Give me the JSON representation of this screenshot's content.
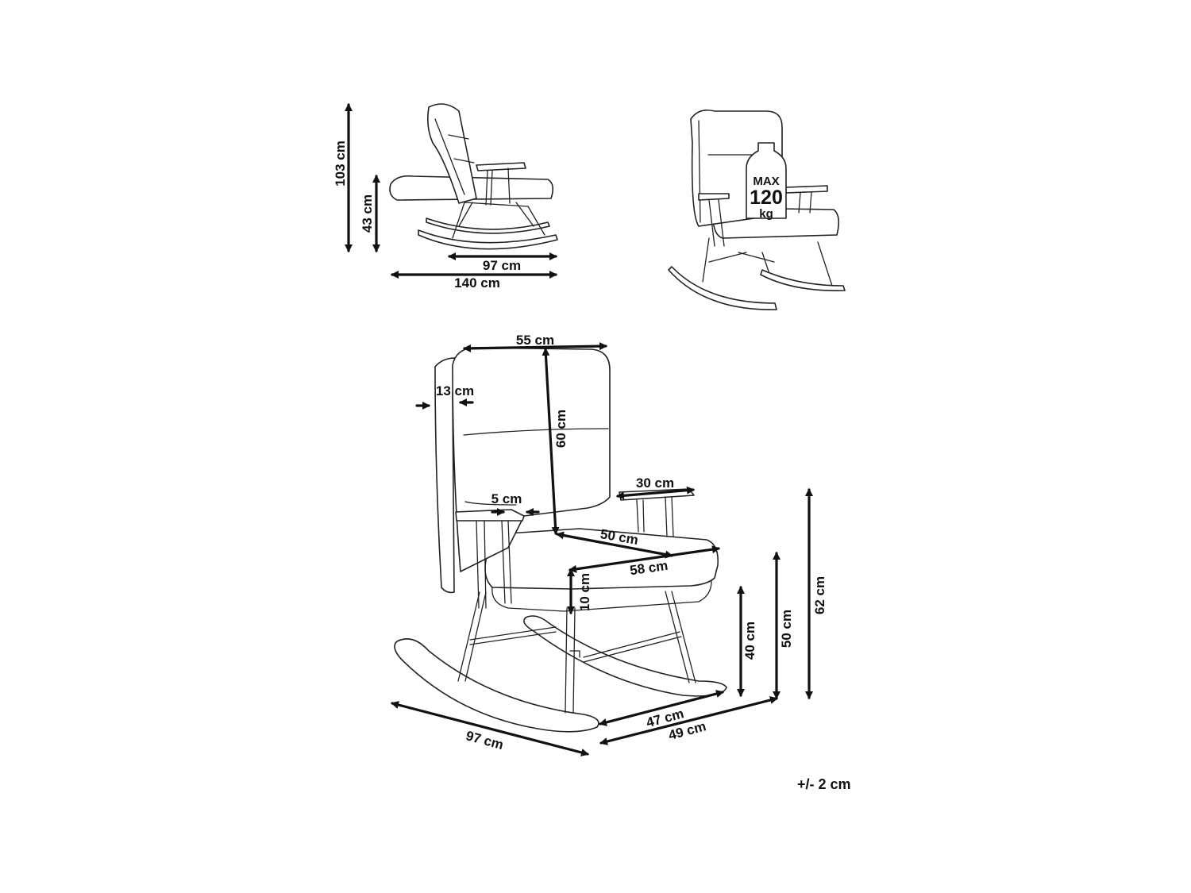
{
  "diagram": {
    "side_view": {
      "total_height": "103 cm",
      "seat_height": "43 cm",
      "depth_base": "97 cm",
      "total_depth": "140 cm"
    },
    "weight_badge": {
      "max": "MAX",
      "value": "120",
      "unit": "kg"
    },
    "main_view": {
      "back_width": "55 cm",
      "back_thickness": "13 cm",
      "back_height": "60 cm",
      "armrest_length": "30 cm",
      "armrest_width": "5 cm",
      "seat_depth": "50 cm",
      "seat_width": "58 cm",
      "seat_thickness": "10 cm",
      "armrest_height": "62 cm",
      "seat_height": "50 cm",
      "frame_height": "40 cm",
      "rocker_length": "97 cm",
      "inner_width": "47 cm",
      "outer_width": "49 cm"
    },
    "tolerance": "+/- 2 cm"
  }
}
